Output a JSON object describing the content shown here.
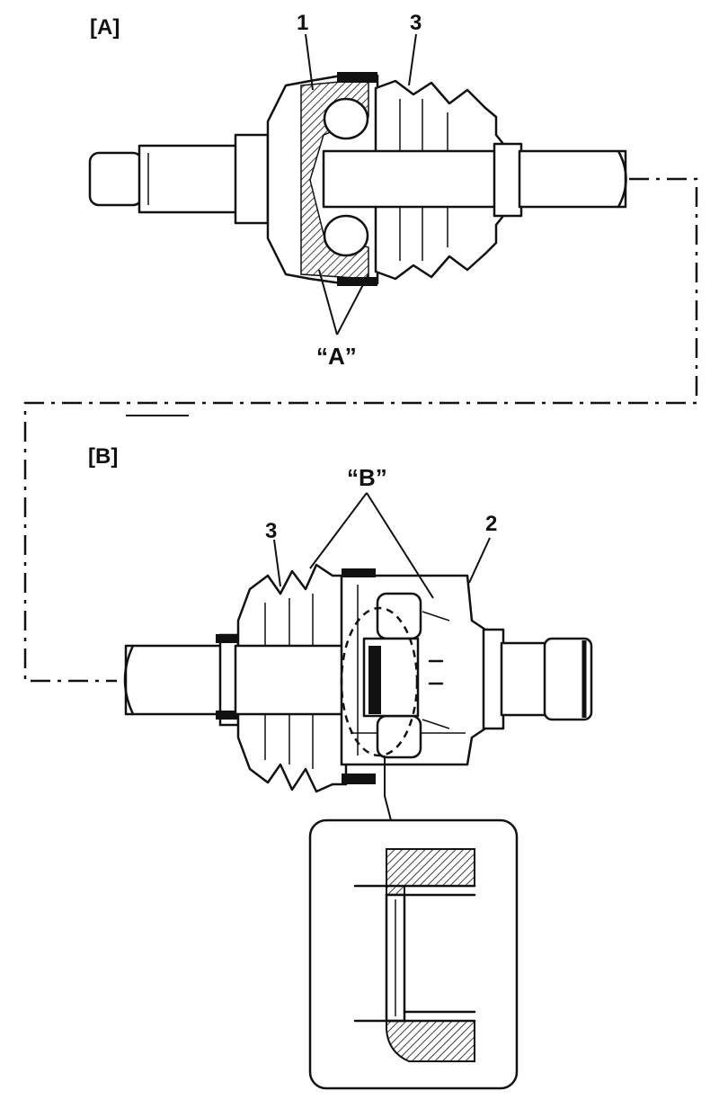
{
  "labels": {
    "view_a": "[A]",
    "view_b": "[B]",
    "part_1": "1",
    "part_2": "2",
    "part_3_top": "3",
    "part_3_bottom": "3",
    "callout_a": "“A”",
    "callout_b": "“B”"
  },
  "colors": {
    "ink": "#111111",
    "paper": "#ffffff"
  }
}
